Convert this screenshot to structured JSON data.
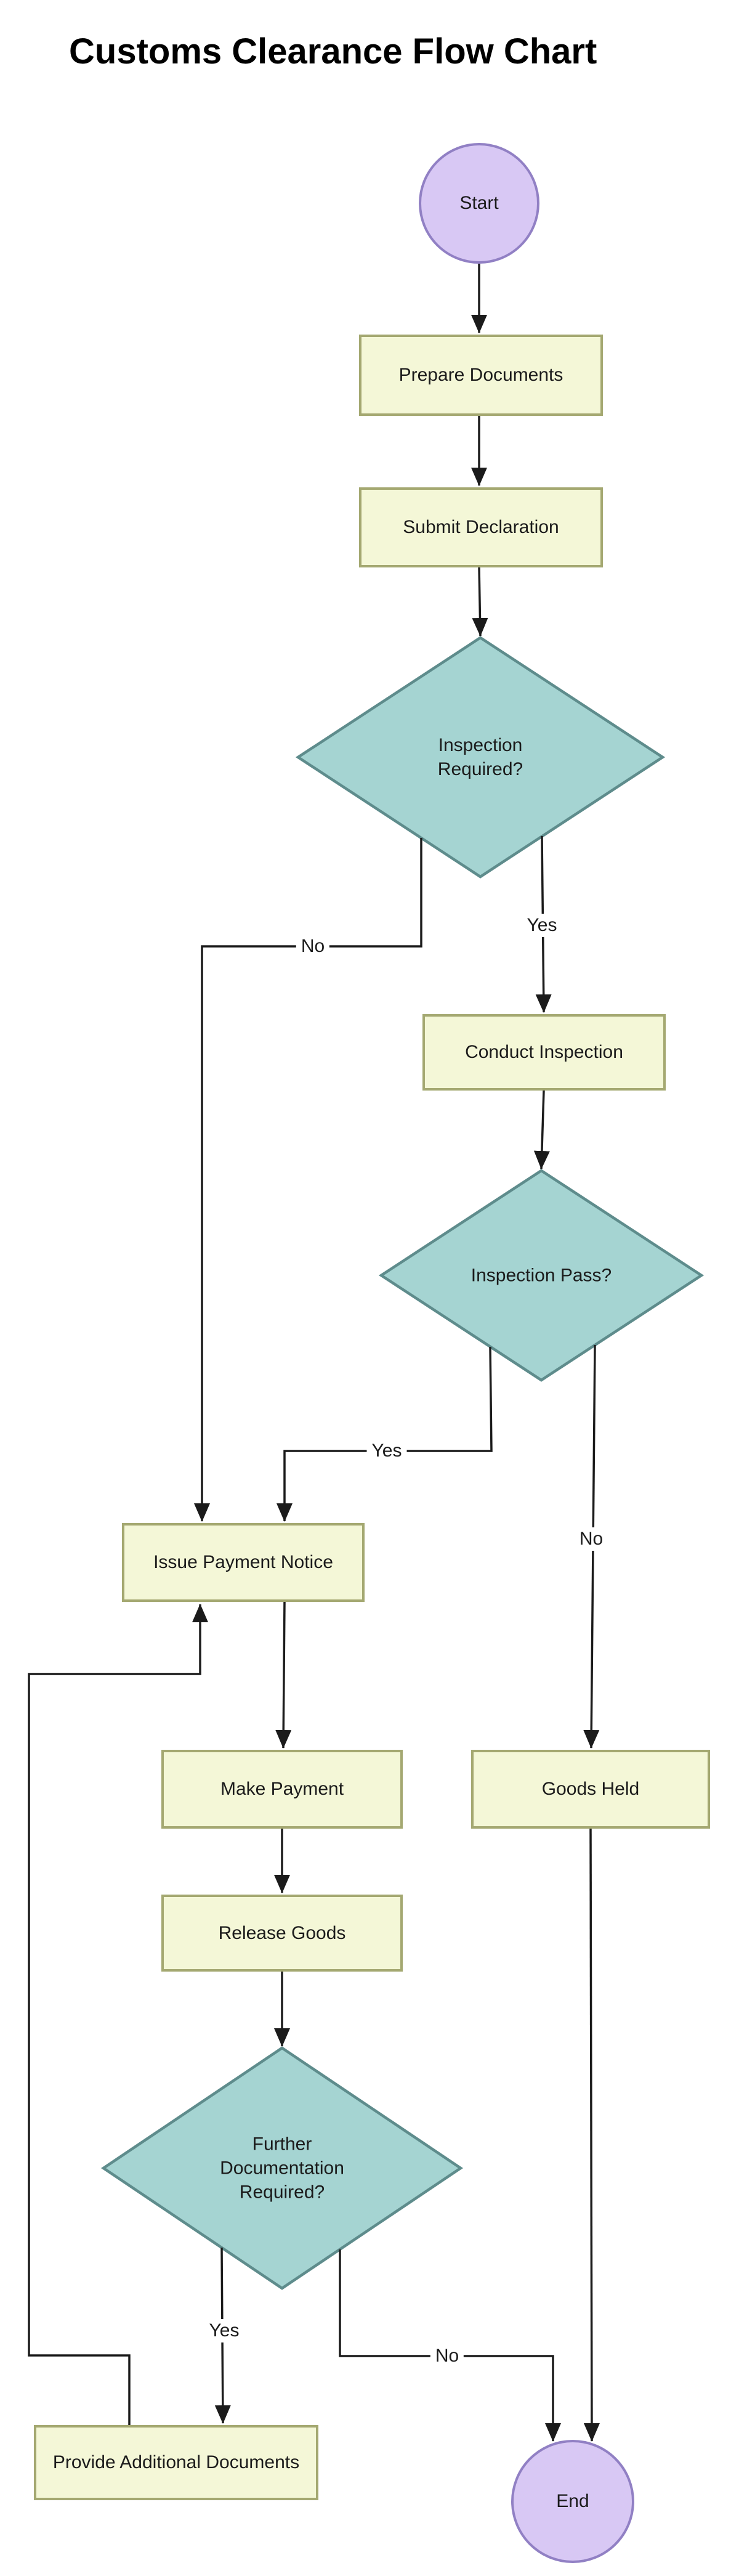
{
  "title": "Customs Clearance Flow Chart",
  "colors": {
    "background": "#ffffff",
    "process_fill": "#f4f7d7",
    "process_border": "#a4a871",
    "decision_fill": "#a5d4d2",
    "decision_border": "#5e8c8c",
    "terminal_fill": "#d8c8f4",
    "terminal_border": "#9180c4",
    "edge_line": "#1b1b1b",
    "text": "#1b1b1b"
  },
  "nodes": {
    "start": {
      "label": "Start",
      "type": "terminal"
    },
    "prepare_documents": {
      "label": "Prepare Documents",
      "type": "process"
    },
    "submit_declaration": {
      "label": "Submit Declaration",
      "type": "process"
    },
    "inspection_required": {
      "label": "Inspection Required?",
      "type": "decision"
    },
    "conduct_inspection": {
      "label": "Conduct Inspection",
      "type": "process"
    },
    "inspection_pass": {
      "label": "Inspection Pass?",
      "type": "decision"
    },
    "issue_payment_notice": {
      "label": "Issue Payment Notice",
      "type": "process"
    },
    "make_payment": {
      "label": "Make Payment",
      "type": "process"
    },
    "goods_held": {
      "label": "Goods Held",
      "type": "process"
    },
    "release_goods": {
      "label": "Release Goods",
      "type": "process"
    },
    "further_documentation": {
      "label": "Further Documentation Required?",
      "type": "decision"
    },
    "provide_additional_documents": {
      "label": "Provide Additional Documents",
      "type": "process"
    },
    "end": {
      "label": "End",
      "type": "terminal"
    }
  },
  "edges": [
    {
      "from": "start",
      "to": "prepare_documents",
      "label": ""
    },
    {
      "from": "prepare_documents",
      "to": "submit_declaration",
      "label": ""
    },
    {
      "from": "submit_declaration",
      "to": "inspection_required",
      "label": ""
    },
    {
      "from": "inspection_required",
      "to": "issue_payment_notice",
      "label": "No"
    },
    {
      "from": "inspection_required",
      "to": "conduct_inspection",
      "label": "Yes"
    },
    {
      "from": "conduct_inspection",
      "to": "inspection_pass",
      "label": ""
    },
    {
      "from": "inspection_pass",
      "to": "issue_payment_notice",
      "label": "Yes"
    },
    {
      "from": "inspection_pass",
      "to": "goods_held",
      "label": "No"
    },
    {
      "from": "issue_payment_notice",
      "to": "make_payment",
      "label": ""
    },
    {
      "from": "make_payment",
      "to": "release_goods",
      "label": ""
    },
    {
      "from": "release_goods",
      "to": "further_documentation",
      "label": ""
    },
    {
      "from": "further_documentation",
      "to": "provide_additional_documents",
      "label": "Yes"
    },
    {
      "from": "further_documentation",
      "to": "end",
      "label": "No"
    },
    {
      "from": "goods_held",
      "to": "end",
      "label": ""
    },
    {
      "from": "provide_additional_documents",
      "to": "issue_payment_notice",
      "label": ""
    }
  ]
}
